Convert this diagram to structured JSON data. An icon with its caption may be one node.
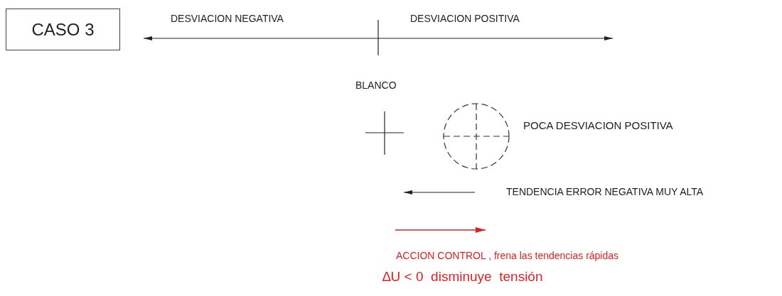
{
  "diagram": {
    "nodes": [
      {
        "text": [
          "CASO 3"
        ]
      }
    ],
    "labels": [
      "DESVIACION NEGATIVA",
      "DESVIACION POSITIVA",
      "BLANCO",
      "POCA DESVIACION POSITIVA",
      "TENDENCIA ERROR NEGATIVA MUY ALTA",
      "ACCION CONTROL , frena las tendencias rápidas",
      "∆U < 0  disminuye  tensión"
    ]
  }
}
